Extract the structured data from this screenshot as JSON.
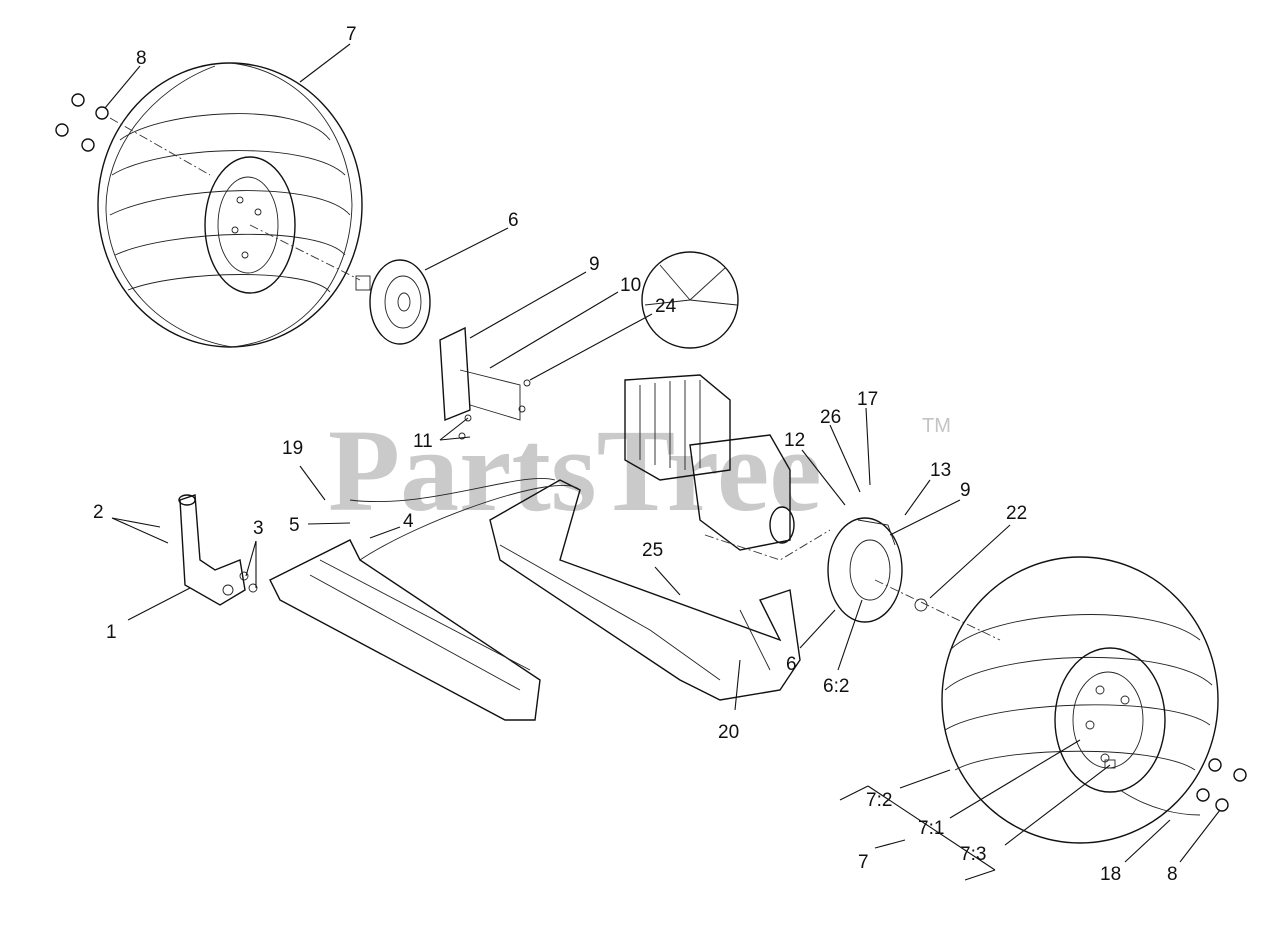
{
  "watermark": {
    "brand": "PartsTree",
    "mark": "TM"
  },
  "callouts": {
    "c1": "1",
    "c2": "2",
    "c3": "3",
    "c4": "4",
    "c5": "5",
    "c6_top": "6",
    "c6_mid": "6",
    "c6_2": "6:2",
    "c7_top": "7",
    "c7_bottom": "7",
    "c7_1": "7:1",
    "c7_2": "7:2",
    "c7_3": "7:3",
    "c8_top": "8",
    "c8_bottom": "8",
    "c9_top": "9",
    "c9_right": "9",
    "c10": "10",
    "c11": "11",
    "c12": "12",
    "c13": "13",
    "c17": "17",
    "c18": "18",
    "c19": "19",
    "c20": "20",
    "c22": "22",
    "c24": "24",
    "c25": "25",
    "c26": "26"
  }
}
